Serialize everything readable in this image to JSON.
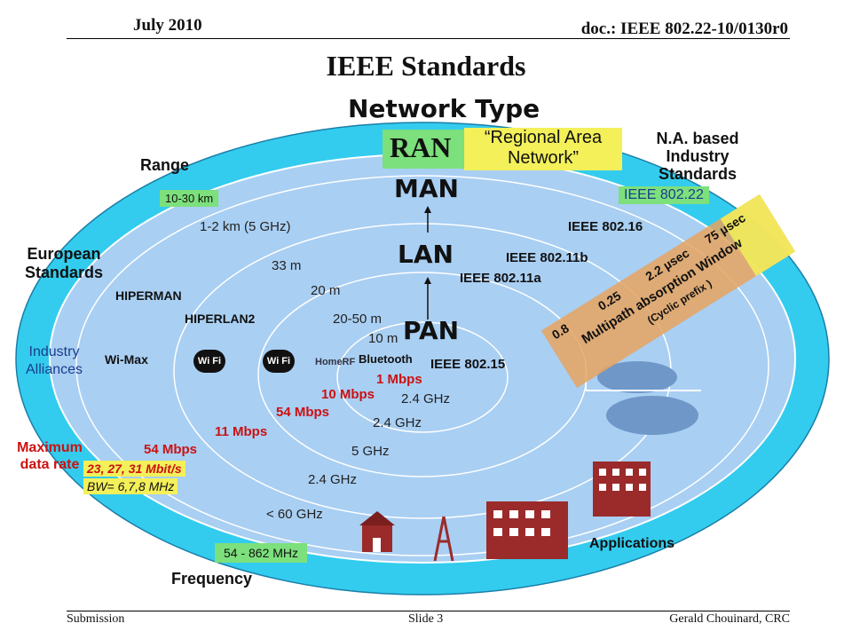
{
  "header": {
    "date": "July 2010",
    "doc": "doc.: IEEE 802.22-10/0130r0"
  },
  "title": "IEEE Standards",
  "network_type": {
    "heading": "Network Type",
    "ran": "RAN",
    "ran_desc_1": "“Regional Area",
    "ran_desc_2": "Network”",
    "man": "MAN",
    "lan": "LAN",
    "pan": "PAN"
  },
  "left_headings": {
    "range": "Range",
    "european_1": "European",
    "european_2": "Standards",
    "industry_1": "Industry",
    "industry_2": "Alliances",
    "maxrate_1": "Maximum",
    "maxrate_2": "data rate",
    "frequency": "Frequency"
  },
  "right_headings": {
    "na_1": "N.A. based",
    "na_2": "Industry",
    "na_3": "Standards",
    "applications": "Applications"
  },
  "ranges": {
    "ran": "10-30 km",
    "man": "1-2 km (5 GHz)",
    "lan1": "33 m",
    "lan2": "20 m",
    "pan1": "20-50 m",
    "pan2": "10 m"
  },
  "ieee": {
    "s80222": "IEEE 802.22",
    "s80216": "IEEE 802.16",
    "s80211b": "IEEE 802.11b",
    "s80211a": "IEEE 802.11a",
    "s80215": "IEEE 802.15"
  },
  "european": {
    "hiperman": "HIPERMAN",
    "hiperlan2": "HIPERLAN2",
    "wimax": "Wi-Max",
    "wifi": "Wi Fi",
    "homerf": "HomeRF",
    "bluetooth": "Bluetooth"
  },
  "rates": {
    "pan": "1 Mbps",
    "lan_small": "10 Mbps",
    "lan_a": "54 Mbps",
    "lan_b": "11 Mbps",
    "man": "54 Mbps",
    "ran": "23, 27, 31 Mbit/s",
    "bw": "BW= 6,7,8 MHz"
  },
  "freqs": {
    "f1": "2.4 GHz",
    "f2": "2.4 GHz",
    "f3": "5 GHz",
    "f4": "2.4 GHz",
    "f5": "< 60 GHz",
    "ran": "54 - 862 MHz"
  },
  "multipath": {
    "v1": "0.8",
    "v2": "0.25",
    "v3": "2.2 µsec",
    "v4": "75 µsec",
    "title": "Multipath absorption Window",
    "subtitle": "(Cyclic prefix )"
  },
  "footer": {
    "left": "Submission",
    "center": "Slide 3",
    "right": "Gerald Chouinard, CRC"
  },
  "colors": {
    "outer_ring": "#33ccee",
    "inner_disc": "#a9cff3",
    "tag_green": "#7ce07c",
    "tag_yellow": "#f3f05a",
    "rate_red": "#cc1111",
    "multipath_box": "#e8a35e"
  }
}
